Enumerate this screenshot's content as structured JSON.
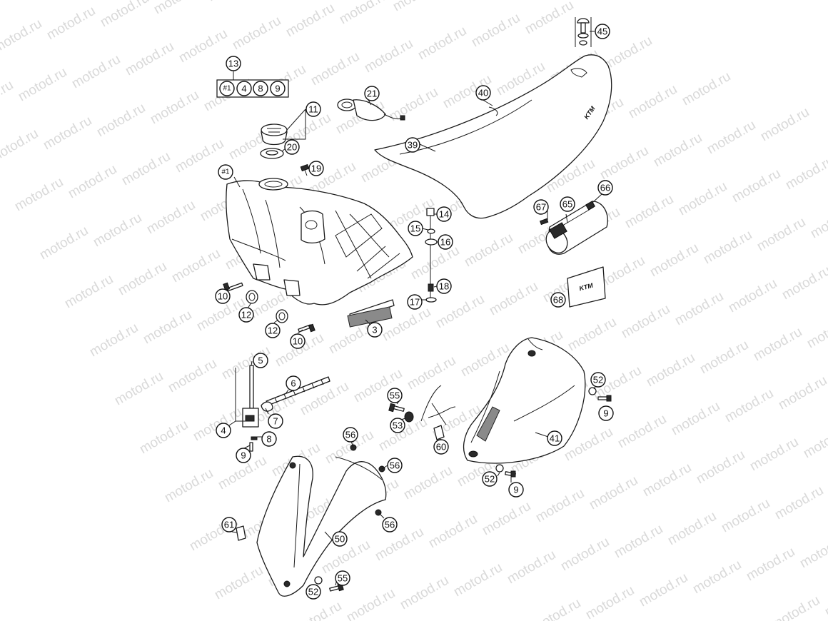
{
  "watermark": {
    "text": "motod.ru"
  },
  "logo": {
    "text": "KTM"
  },
  "kit_box": {
    "items": [
      "#1",
      "4",
      "8",
      "9"
    ]
  },
  "callouts": [
    {
      "label": "13"
    },
    {
      "label": "11"
    },
    {
      "label": "20"
    },
    {
      "label": "21"
    },
    {
      "label": "#1"
    },
    {
      "label": "19"
    },
    {
      "label": "40"
    },
    {
      "label": "39"
    },
    {
      "label": "45"
    },
    {
      "label": "14"
    },
    {
      "label": "15"
    },
    {
      "label": "16"
    },
    {
      "label": "17"
    },
    {
      "label": "18"
    },
    {
      "label": "67"
    },
    {
      "label": "65"
    },
    {
      "label": "66"
    },
    {
      "label": "68"
    },
    {
      "label": "10"
    },
    {
      "label": "12"
    },
    {
      "label": "12"
    },
    {
      "label": "10"
    },
    {
      "label": "3"
    },
    {
      "label": "5"
    },
    {
      "label": "6"
    },
    {
      "label": "4"
    },
    {
      "label": "7"
    },
    {
      "label": "8"
    },
    {
      "label": "9"
    },
    {
      "label": "55"
    },
    {
      "label": "53"
    },
    {
      "label": "60"
    },
    {
      "label": "52"
    },
    {
      "label": "9"
    },
    {
      "label": "41"
    },
    {
      "label": "52"
    },
    {
      "label": "9"
    },
    {
      "label": "56"
    },
    {
      "label": "56"
    },
    {
      "label": "56"
    },
    {
      "label": "61"
    },
    {
      "label": "50"
    },
    {
      "label": "55"
    },
    {
      "label": "52"
    }
  ]
}
